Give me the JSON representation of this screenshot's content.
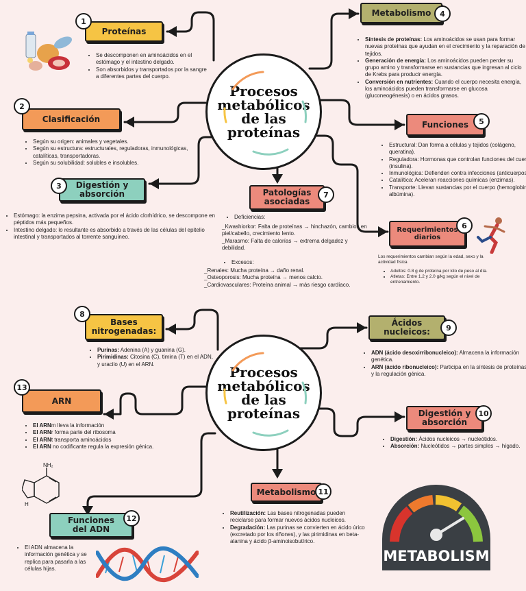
{
  "diagram1": {
    "center_title": "Procesos\nmetabólicos\nde las\nproteínas",
    "nodes": {
      "proteinas": {
        "label": "Proteínas",
        "number": "1",
        "bullets": [
          "Se descomponen en aminoácidos en el estómago y el intestino delgado.",
          "Son absorbidos y transportados por la sangre a diferentes partes del cuerpo."
        ]
      },
      "clasificacion": {
        "label": "Clasificación",
        "number": "2",
        "bullets": [
          "Según su origen: animales y vegetales.",
          "Según su estructura: estructurales, reguladoras, inmunológicas, catalíticas, transportadoras.",
          "Según su solubilidad: solubles e insolubles."
        ]
      },
      "digestion": {
        "label": "Digestión y\nabsorción",
        "number": "3",
        "bullets": [
          "Estómago: la enzima pepsina, activada por el ácido clorhídrico, se descompone en péptidos más pequeños.",
          "Intestino delgado: lo resultante es absorbido a través de las células del epitelio intestinal y transportados al torrente sanguíneo."
        ]
      },
      "metabolismo": {
        "label": "Metabolismo",
        "number": "4",
        "bullets": [
          {
            "term": "Síntesis de proteínas:",
            "text": " Los aminoácidos se usan para formar nuevas proteínas que ayudan en el crecimiento y la reparación de tejidos."
          },
          {
            "term": "Generación de energía:",
            "text": " Los aminoácidos pueden perder su grupo amino y transformarse en sustancias que ingresan al ciclo de Krebs para producir energía."
          },
          {
            "term": "Conversión en nutrientes:",
            "text": " Cuando el cuerpo necesita energía, los aminoácidos pueden transformarse en glucosa (gluconeogénesis) o en ácidos grasos."
          }
        ]
      },
      "funciones": {
        "label": "Funciones",
        "number": "5",
        "bullets": [
          "Estructural: Dan forma a células y tejidos (colágeno, queratina).",
          "Reguladora: Hormonas que controlan funciones del cuerpo (insulina).",
          "Inmunológica: Defienden contra infecciones (anticuerpos).",
          "Catalítica: Aceleran reacciones químicas (enzimas).",
          "Transporte: Llevan sustancias por el cuerpo (hemoglobina, albúmina)."
        ]
      },
      "requerimientos": {
        "label": "Requerimientos\ndiarios",
        "number": "6",
        "intro": "Los requerimientos cambian según la edad, sexo y la actividad física",
        "bullets": [
          "Adultos: 0.8 g de proteína por kilo de peso al día.",
          "Atletas: Entre 1.2 y 2.0 g/kg según el nivel de entrenamiento."
        ]
      },
      "patologias": {
        "label": "Patologías\nasociadas",
        "number": "7",
        "deficiencias_title": "Deficiencias:",
        "deficiencias": [
          "_Kwashiorkor: Falta de proteínas → hinchazón, cambios en piel/cabello, crecimiento lento.",
          "_Marasmo: Falta de calorías → extrema delgadez y debilidad."
        ],
        "excesos_title": "Excesos:",
        "excesos": [
          "_Renales: Mucha proteína → daño renal.",
          "_Osteoporosis: Mucha proteína → menos calcio.",
          "_Cardiovasculares: Proteína animal → más riesgo cardíaco."
        ]
      }
    }
  },
  "diagram2": {
    "center_title": "Procesos\nmetabólicos\nde las\nproteínas",
    "nodes": {
      "bases": {
        "label": "Bases\nnitrogenadas:",
        "number": "8",
        "bullets": [
          {
            "term": "Purinas:",
            "text": " Adenina (A) y guanina (G)."
          },
          {
            "term": "Pirimidinas:",
            "text": " Citosina (C), timina (T) en el ADN, y uracilo (U) en el ARN."
          }
        ]
      },
      "acidos": {
        "label": "Ácidos\nnucleicos:",
        "number": "9",
        "bullets": [
          {
            "term": "ADN (ácido desoxirribonucleico):",
            "text": " Almacena la información genética."
          },
          {
            "term": "ARN (ácido ribonucleico):",
            "text": " Participa en la síntesis de proteínas y la regulación génica."
          }
        ]
      },
      "digestion": {
        "label": "Digestión y\nabsorción",
        "number": "10",
        "bullets": [
          {
            "term": "Digestión:",
            "text": " Ácidos nucleicos → nucleótidos."
          },
          {
            "term": "Absorción:",
            "text": " Nucleótidos → partes simples → hígado."
          }
        ]
      },
      "metabolismo": {
        "label": "Metabolismo",
        "number": "11",
        "bullets": [
          {
            "term": "Reutilización:",
            "text": " Las bases nitrogenadas pueden reciclarse para formar nuevos ácidos nucleicos."
          },
          {
            "term": "Degradación:",
            "text": " Las purinas se convierten en ácido úrico (excretado por los riñones), y las pirimidinas en beta-alanina y ácido β-aminoisobutírico."
          }
        ]
      },
      "funciones_adn": {
        "label": "Funciones\ndel ADN",
        "number": "12",
        "bullets": [
          "El ADN almacena la información genética y se replica para pasarla a las células hijas."
        ]
      },
      "arn": {
        "label": "ARN",
        "number": "13",
        "bullets": [
          {
            "term": "El ARN",
            "tail": "m",
            "text": " lleva la información"
          },
          {
            "term": "El ARN",
            "tail": "r",
            "text": " forma parte del ribosoma"
          },
          {
            "term": "El ARN",
            "tail": "t",
            "text": " transporta aminoácidos"
          },
          {
            "term": "El ARN",
            "tail": "",
            "text": " no codificante regula la expresión génica."
          }
        ]
      }
    }
  },
  "illustrations": {
    "adenine_label": "NH₂",
    "adenine_h": "H",
    "gauge_word": "METABOLISM"
  }
}
